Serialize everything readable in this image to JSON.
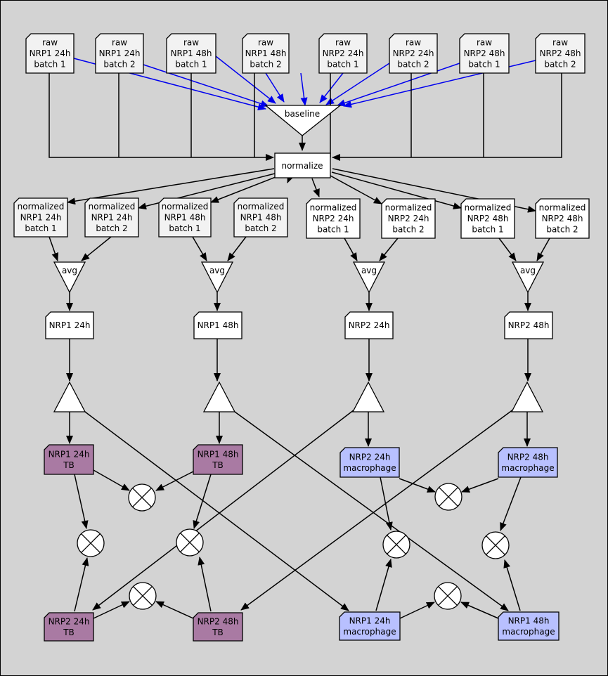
{
  "diagram": {
    "colors": {
      "background": "#d3d3d3",
      "raw_node": "#f2f2f2",
      "normalized_node": "#f2f2f2",
      "plain_node": "#ffffff",
      "tb_node": "#a97aa3",
      "macrophage_node": "#b8c0ff",
      "baseline_edge": "#0000ee",
      "edge": "#000000"
    },
    "icons": {
      "data_node": "document-icon",
      "average": "down-triangle-icon",
      "split": "up-triangle-icon",
      "compare": "cross-circle-icon"
    },
    "raw": [
      {
        "lines": [
          "raw",
          "NRP1 24h",
          "batch 1"
        ]
      },
      {
        "lines": [
          "raw",
          "NRP1 24h",
          "batch 2"
        ]
      },
      {
        "lines": [
          "raw",
          "NRP1 48h",
          "batch 1"
        ]
      },
      {
        "lines": [
          "raw",
          "NRP1 48h",
          "batch 2"
        ]
      },
      {
        "lines": [
          "raw",
          "NRP2 24h",
          "batch 1"
        ]
      },
      {
        "lines": [
          "raw",
          "NRP2 24h",
          "batch 2"
        ]
      },
      {
        "lines": [
          "raw",
          "NRP2 48h",
          "batch 1"
        ]
      },
      {
        "lines": [
          "raw",
          "NRP2 48h",
          "batch 2"
        ]
      }
    ],
    "baseline": "baseline",
    "normalize": "normalize",
    "normalized": [
      {
        "lines": [
          "normalized",
          "NRP1 24h",
          "batch 1"
        ]
      },
      {
        "lines": [
          "normalized",
          "NRP1 24h",
          "batch 2"
        ]
      },
      {
        "lines": [
          "normalized",
          "NRP1 48h",
          "batch 1"
        ]
      },
      {
        "lines": [
          "normalized",
          "NRP1 48h",
          "batch 2"
        ]
      },
      {
        "lines": [
          "normalized",
          "NRP2 24h",
          "batch 1"
        ]
      },
      {
        "lines": [
          "normalized",
          "NRP2 24h",
          "batch 2"
        ]
      },
      {
        "lines": [
          "normalized",
          "NRP2 48h",
          "batch 1"
        ]
      },
      {
        "lines": [
          "normalized",
          "NRP2 48h",
          "batch 2"
        ]
      }
    ],
    "avg_label": "avg",
    "averaged": [
      {
        "lines": [
          "NRP1 24h"
        ]
      },
      {
        "lines": [
          "NRP1 48h"
        ]
      },
      {
        "lines": [
          "NRP2 24h"
        ]
      },
      {
        "lines": [
          "NRP2 48h"
        ]
      }
    ],
    "tb_top": [
      {
        "lines": [
          "NRP1 24h",
          "TB"
        ]
      },
      {
        "lines": [
          "NRP1 48h",
          "TB"
        ]
      }
    ],
    "mac_top": [
      {
        "lines": [
          "NRP2 24h",
          "macrophage"
        ]
      },
      {
        "lines": [
          "NRP2 48h",
          "macrophage"
        ]
      }
    ],
    "tb_bottom": [
      {
        "lines": [
          "NRP2 24h",
          "TB"
        ]
      },
      {
        "lines": [
          "NRP2 48h",
          "TB"
        ]
      }
    ],
    "mac_bottom": [
      {
        "lines": [
          "NRP1 24h",
          "macrophage"
        ]
      },
      {
        "lines": [
          "NRP1 48h",
          "macrophage"
        ]
      }
    ]
  }
}
